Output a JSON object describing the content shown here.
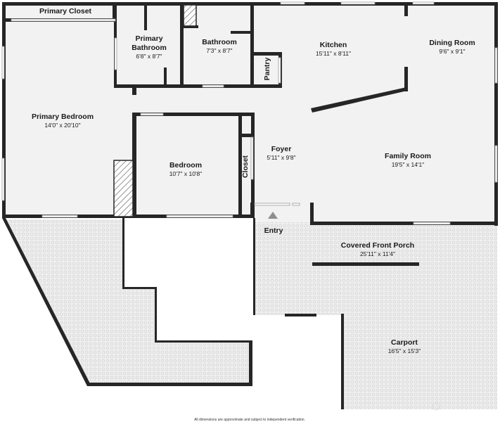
{
  "rooms": {
    "primary_closet": {
      "name": "Primary Closet"
    },
    "primary_bathroom": {
      "name_line1": "Primary",
      "name_line2": "Bathroom",
      "dims": "6'8\" x 8'7\""
    },
    "bathroom": {
      "name": "Bathroom",
      "dims": "7'3\" x 8'7\""
    },
    "pantry": {
      "name": "Pantry"
    },
    "kitchen": {
      "name": "Kitchen",
      "dims": "15'11\" x 8'11\""
    },
    "dining_room": {
      "name": "Dining Room",
      "dims": "9'6\" x 9'1\""
    },
    "primary_bedroom": {
      "name": "Primary Bedroom",
      "dims": "14'0\" x 20'10\""
    },
    "bedroom": {
      "name": "Bedroom",
      "dims": "10'7\" x 10'8\""
    },
    "closet": {
      "name": "Closet"
    },
    "foyer": {
      "name": "Foyer",
      "dims": "5'11\" x 9'8\""
    },
    "family_room": {
      "name": "Family Room",
      "dims": "19'5\" x 14'1\""
    },
    "entry": {
      "name": "Entry"
    },
    "covered_front_porch": {
      "name": "Covered Front Porch",
      "dims": "25'11\" x 11'4\""
    },
    "carport": {
      "name": "Carport",
      "dims": "16'5\" x 15'3\""
    }
  },
  "footer": {
    "disclaimer": "All dimensions are approximate and subject to independent verification."
  },
  "colors": {
    "wall": "#262626",
    "floor": "#f2f2f2",
    "patio_tile": "#e3e3e3"
  }
}
